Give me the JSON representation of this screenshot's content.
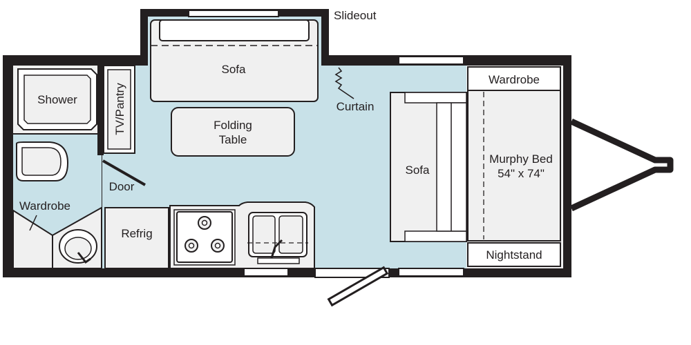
{
  "labels": {
    "slideout": "Slideout",
    "sofa_slideout": "Sofa",
    "folding_table": [
      "Folding",
      "Table"
    ],
    "curtain": "Curtain",
    "shower": "Shower",
    "tv_pantry": "TV/Pantry",
    "door": "Door",
    "wardrobe_bath": "Wardrobe",
    "refrig": "Refrig",
    "sofa_rear": "Sofa",
    "wardrobe_front": "Wardrobe",
    "murphy_bed": [
      "Murphy Bed",
      "54\" x 74\""
    ],
    "nightstand": "Nightstand"
  },
  "colors": {
    "wall": "#231f20",
    "floor": "#c8e1e8",
    "fixture": "#f0f0f0",
    "window": "#ffffff"
  }
}
